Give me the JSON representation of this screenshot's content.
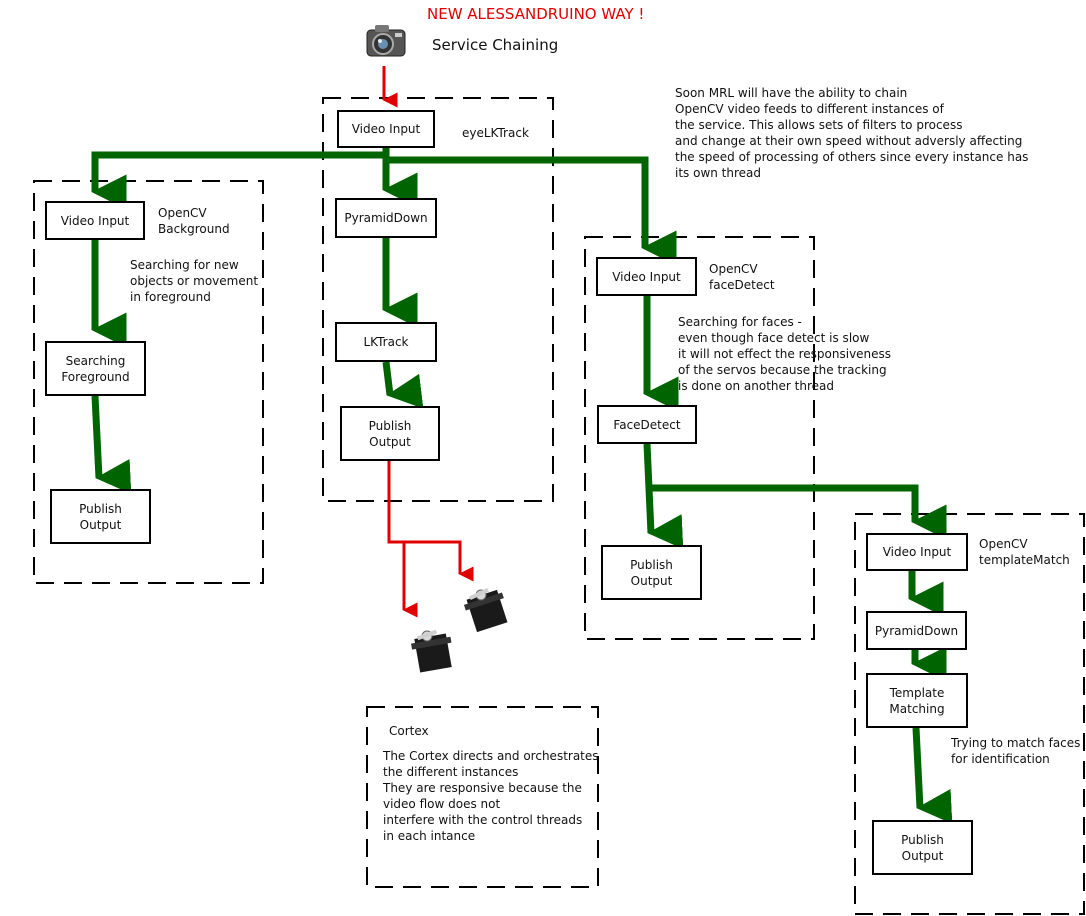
{
  "header": {
    "title": "NEW ALESSANDRUINO WAY !",
    "subtitle": "Service Chaining",
    "camera_icon": "camera-icon",
    "title_color": "#e00000"
  },
  "colors": {
    "green_arrow": "#006400",
    "red_arrow": "#e00000"
  },
  "note": "Soon MRL will have the ability to chain\nOpenCV video feeds to different instances of\nthe service.  This allows sets of filters to process\nand change at their own speed without adversly affecting\nthe speed of processing of others since every instance has\nits own thread",
  "groups": {
    "eye": {
      "label": "eyeLKTrack",
      "video_input": "Video Input",
      "pyramid_down": "PyramidDown",
      "lk_track": "LKTrack",
      "publish": "Publish\nOutput"
    },
    "background": {
      "label": "OpenCV\nBackground",
      "video_input": "Video Input",
      "searching": "Searching\nForeground",
      "publish": "Publish\nOutput",
      "desc": "Searching for new\nobjects or movement\nin foreground"
    },
    "face": {
      "label": "OpenCV\nfaceDetect",
      "video_input": "Video Input",
      "face_detect": "FaceDetect",
      "publish": "Publish\nOutput",
      "desc": "Searching for faces -\neven though face detect is slow\nit will not effect the responsiveness\nof the servos because the tracking\nis done on another thread"
    },
    "template": {
      "label": "OpenCV\ntemplateMatch",
      "video_input": "Video Input",
      "pyramid_down": "PyramidDown",
      "matching": "Template\nMatching",
      "publish": "Publish\nOutput",
      "desc": "Trying to match faces\nfor identification"
    },
    "cortex": {
      "label": "Cortex",
      "desc": "The Cortex directs and orchestrates\nthe different instances\nThey are responsive because the\nvideo flow does not\ninterfere with the control threads\nin each intance"
    }
  },
  "servo_icons": [
    "servo-icon",
    "servo-icon"
  ]
}
